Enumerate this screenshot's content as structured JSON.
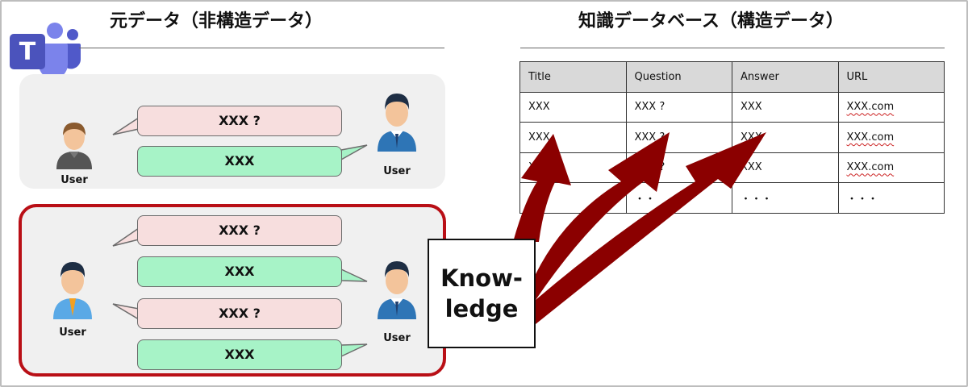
{
  "left_heading": "元データ（非構造データ）",
  "right_heading": "知識データベース（構造データ）",
  "logo_letter": "T",
  "user_label": "User",
  "question_text": "XXX ?",
  "answer_text": "XXX",
  "knowledge_lines": [
    "Know-",
    "ledge"
  ],
  "table": {
    "headers": [
      "Title",
      "Question",
      "Answer",
      "URL"
    ],
    "rows": [
      [
        "XXX",
        "XXX ?",
        "XXX",
        "XXX.com"
      ],
      [
        "XXX",
        "XXX ?",
        "XXX",
        "XXX.com"
      ],
      [
        "XXX",
        "XXX ?",
        "XXX",
        "XXX.com"
      ],
      [
        "・・",
        "・・",
        "・・・",
        "・・・"
      ]
    ]
  },
  "colors": {
    "question_bubble": "#f7dede",
    "answer_bubble": "#a7f3c7",
    "highlight_border": "#b90f16",
    "arrow": "#8b0000",
    "teams_purple": "#5059c9"
  }
}
